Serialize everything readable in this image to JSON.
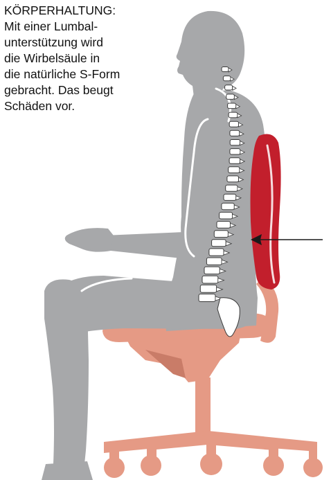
{
  "caption": {
    "lines": [
      "KÖRPERHALTUNG:",
      "Mit einer Lumbal-",
      "unterstützung wird",
      "die Wirbelsäule in",
      "die natürliche S-Form",
      "gebracht. Das beugt",
      "Schäden vor."
    ]
  },
  "colors": {
    "body": "#a7a8aa",
    "body_outline": "#ffffff",
    "backrest": "#c21f2c",
    "chair": "#e59a85",
    "chair_dark": "#c97c68",
    "spine": "#ffffff",
    "spine_outline": "#3a3a3a",
    "arrow": "#1a1a1a"
  },
  "icons": {
    "figure": "seated-person-icon",
    "spine": "spine-icon",
    "chair": "office-chair-icon",
    "arrow": "arrow-left-icon"
  }
}
